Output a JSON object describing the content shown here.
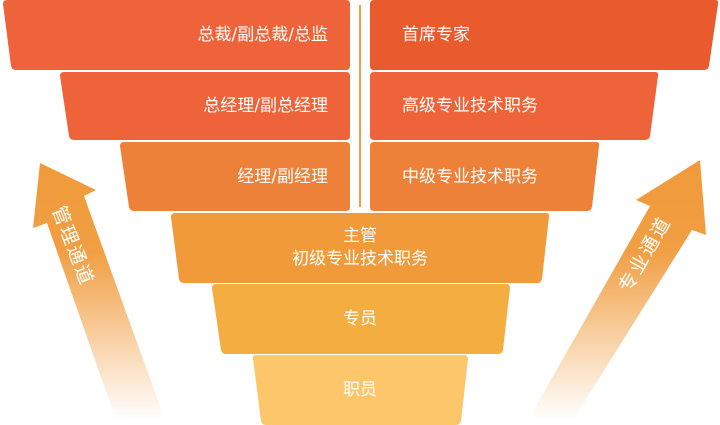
{
  "left_column": [
    {
      "label": "总裁/副总裁/总监",
      "color": "#ee633a"
    },
    {
      "label": "总经理/副总经理",
      "color": "#ee633a"
    },
    {
      "label": "经理/副经理",
      "color": "#ed8139"
    }
  ],
  "right_column": [
    {
      "label": "首席专家",
      "color": "#e95a2c"
    },
    {
      "label": "高级专业技术职务",
      "color": "#ee633a"
    },
    {
      "label": "中级专业技术职务",
      "color": "#ed8139"
    }
  ],
  "shared_levels": [
    {
      "line1": "主管",
      "line2": "初级专业技术职务",
      "color": "#f09a3a"
    },
    {
      "label": "专员",
      "color": "#f3ad40"
    },
    {
      "label": "职员",
      "color": "#fec66a"
    }
  ],
  "arrows": {
    "management": {
      "label": "管理通道",
      "color": "#f09a3a"
    },
    "professional": {
      "label": "专业通道",
      "color": "#f09a3a"
    }
  },
  "divider_color": "#f0a040"
}
